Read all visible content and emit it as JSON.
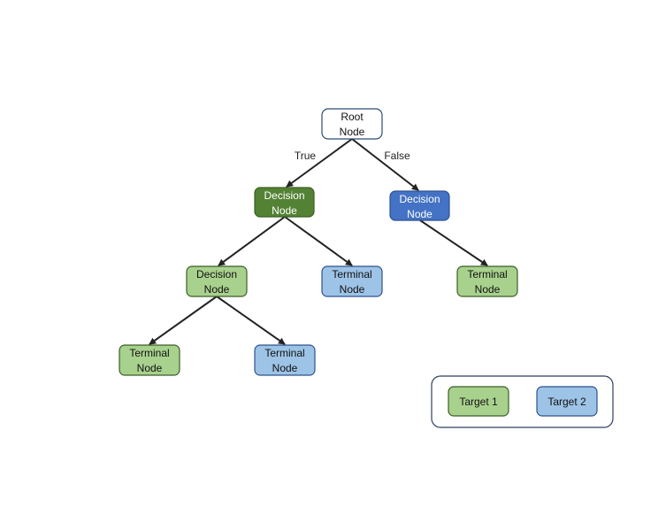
{
  "colors": {
    "root_fill": "#ffffff",
    "root_stroke": "#2f4a73",
    "root_text": "#111111",
    "decision_dark_green_fill": "#548235",
    "decision_dark_green_stroke": "#3b5e24",
    "decision_dark_blue_fill": "#4472c4",
    "decision_dark_blue_stroke": "#2f528f",
    "target1_fill": "#a9d18e",
    "target1_stroke": "#3b5e24",
    "target2_fill": "#9dc3e6",
    "target2_stroke": "#2f528f",
    "light_text": "#ffffff",
    "dark_text": "#111111",
    "edge": "#222222",
    "legend_stroke": "#2f3f60"
  },
  "diagram": {
    "edge_labels": {
      "true_label": "True",
      "false_label": "False"
    },
    "nodes": {
      "root": {
        "line1": "Root",
        "line2": "Node"
      },
      "decision_left": {
        "line1": "Decision",
        "line2": "Node"
      },
      "decision_right": {
        "line1": "Decision",
        "line2": "Node"
      },
      "decision_lower": {
        "line1": "Decision",
        "line2": "Node"
      },
      "terminal_mid": {
        "line1": "Terminal",
        "line2": "Node"
      },
      "terminal_right": {
        "line1": "Terminal",
        "line2": "Node"
      },
      "terminal_bottom_left": {
        "line1": "Terminal",
        "line2": "Node"
      },
      "terminal_bottom_right": {
        "line1": "Terminal",
        "line2": "Node"
      }
    }
  },
  "legend": {
    "target1_label": "Target 1",
    "target2_label": "Target 2"
  }
}
